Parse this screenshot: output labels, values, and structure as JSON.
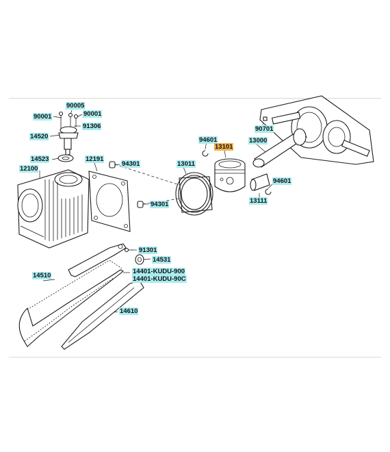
{
  "callouts": [
    {
      "id": "p90005",
      "text": "90005",
      "style": "teal"
    },
    {
      "id": "p90001a",
      "text": "90001",
      "style": "teal"
    },
    {
      "id": "p90001b",
      "text": "90001",
      "style": "teal"
    },
    {
      "id": "p91306",
      "text": "91306",
      "style": "teal"
    },
    {
      "id": "p14520",
      "text": "14520",
      "style": "teal"
    },
    {
      "id": "p14523",
      "text": "14523",
      "style": "teal"
    },
    {
      "id": "p12100",
      "text": "12100",
      "style": "teal"
    },
    {
      "id": "p12191",
      "text": "12191",
      "style": "teal"
    },
    {
      "id": "p94301a",
      "text": "94301",
      "style": "teal"
    },
    {
      "id": "p94301b",
      "text": "94301",
      "style": "teal"
    },
    {
      "id": "p13011",
      "text": "13011",
      "style": "teal"
    },
    {
      "id": "p94601a",
      "text": "94601",
      "style": "teal"
    },
    {
      "id": "p13101",
      "text": "13101",
      "style": "highlight"
    },
    {
      "id": "p13000",
      "text": "13000",
      "style": "teal"
    },
    {
      "id": "p90701",
      "text": "90701",
      "style": "teal"
    },
    {
      "id": "p94601b",
      "text": "94601",
      "style": "teal"
    },
    {
      "id": "p13111",
      "text": "13111",
      "style": "teal"
    },
    {
      "id": "p91301",
      "text": "91301",
      "style": "teal"
    },
    {
      "id": "p14531",
      "text": "14531",
      "style": "teal"
    },
    {
      "id": "p14510",
      "text": "14510",
      "style": "teal"
    },
    {
      "id": "p14401a",
      "text": "14401-KUDU-900",
      "style": "teal"
    },
    {
      "id": "p14401b",
      "text": "14401-KUDU-90C",
      "style": "teal"
    },
    {
      "id": "p14610",
      "text": "14610",
      "style": "teal"
    }
  ],
  "colors": {
    "teal_label": "#a9ebef",
    "highlight_label": "#f3b04b",
    "line": "#1a1a1a"
  }
}
